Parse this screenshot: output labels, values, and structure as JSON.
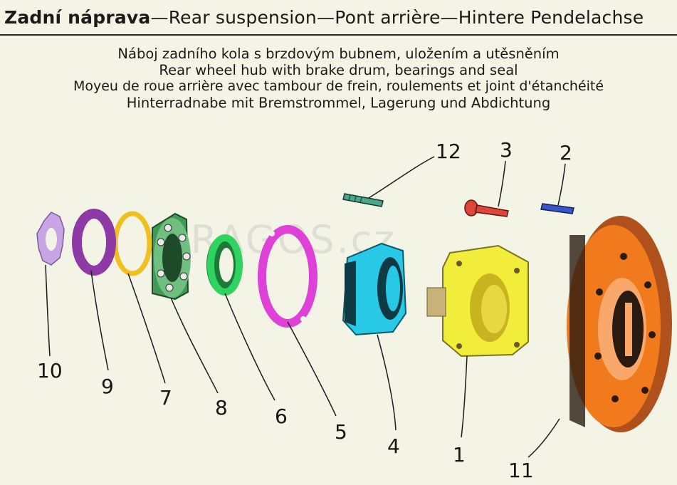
{
  "header": {
    "title_cs": "Zadní náprava",
    "title_en": "Rear suspension",
    "title_fr": "Pont arrière",
    "title_de": "Hintere Pendelachse",
    "separator": "—"
  },
  "caption": {
    "line_cs": "Náboj zadního kola s brzdovým bubnem, uložením a utěsněním",
    "line_en": "Rear wheel hub with brake drum, bearings and seal",
    "line_fr": "Moyeu de roue arrière avec tambour de frein, roulements et joint d'étanchéité",
    "line_de": "Hinterradnabe mit Bremstrommel, Lagerung und Abdichtung"
  },
  "watermark": "PRAGOS.cz",
  "callouts": {
    "c1": "1",
    "c2": "2",
    "c3": "3",
    "c4": "4",
    "c5": "5",
    "c6": "6",
    "c7": "7",
    "c8": "8",
    "c9": "9",
    "c10": "10",
    "c11": "11",
    "c12": "12"
  },
  "colors": {
    "part_10": "#c9a5e6",
    "part_9": "#8e3aa6",
    "part_7": "#f0c020",
    "part_8": "#3e9a55",
    "part_6": "#2fd35f",
    "part_5": "#df40d8",
    "part_4": "#27c9e6",
    "part_1": "#f2ec3a",
    "part_11": "#f07a1c",
    "part_3": "#e0453a",
    "part_2": "#3b55c8",
    "part_12": "#4aa58a"
  }
}
